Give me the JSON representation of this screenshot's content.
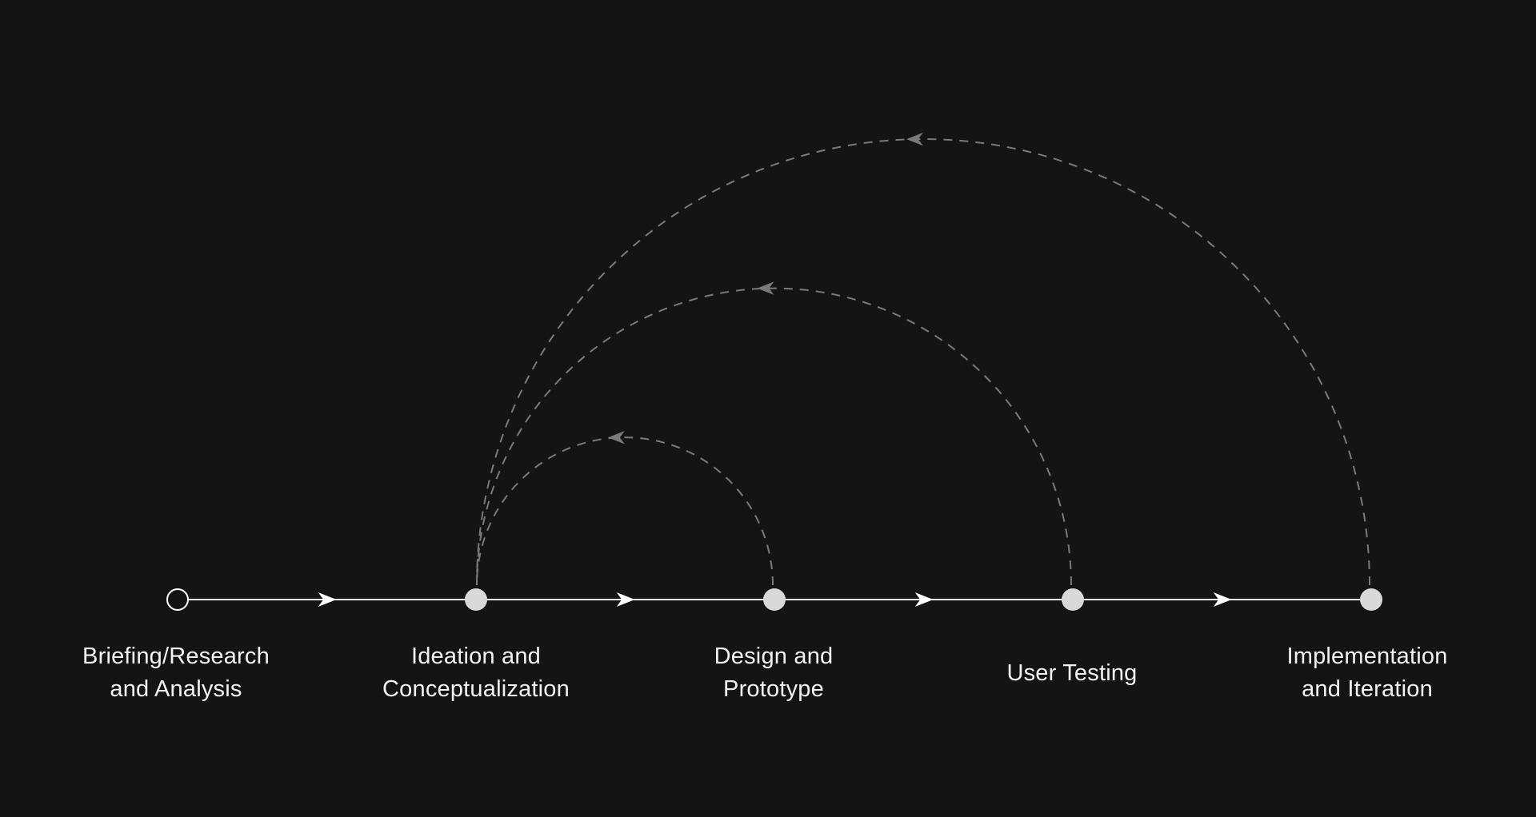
{
  "diagram": {
    "colors": {
      "background": "#141414",
      "main_line": "#ffffff",
      "node_fill": "#d9d9d9",
      "start_node_fill": "#141414",
      "start_node_stroke": "#ffffff",
      "feedback_line": "#7a7a7a",
      "label_text": "#f2f2f2"
    },
    "stages": [
      {
        "id": "briefing",
        "lines": [
          "Briefing/Research",
          "and Analysis"
        ],
        "node_style": "hollow"
      },
      {
        "id": "ideation",
        "lines": [
          "Ideation and",
          "Conceptualization"
        ],
        "node_style": "filled"
      },
      {
        "id": "design",
        "lines": [
          "Design and",
          "Prototype"
        ],
        "node_style": "filled"
      },
      {
        "id": "testing",
        "lines": [
          "User Testing"
        ],
        "node_style": "filled"
      },
      {
        "id": "implementation",
        "lines": [
          "Implementation",
          "and Iteration"
        ],
        "node_style": "filled"
      }
    ],
    "flow_connections": [
      {
        "from": "briefing",
        "to": "ideation"
      },
      {
        "from": "ideation",
        "to": "design"
      },
      {
        "from": "design",
        "to": "testing"
      },
      {
        "from": "testing",
        "to": "implementation"
      }
    ],
    "feedback_loops": [
      {
        "from": "design",
        "to": "ideation",
        "style": "dashed"
      },
      {
        "from": "testing",
        "to": "ideation",
        "style": "dashed"
      },
      {
        "from": "implementation",
        "to": "ideation",
        "style": "dashed"
      }
    ]
  }
}
